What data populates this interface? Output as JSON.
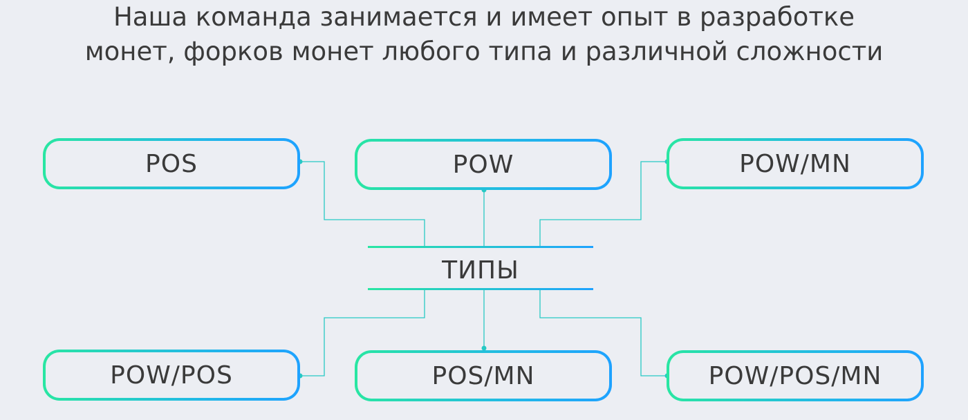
{
  "heading": {
    "line1": "Наша команда занимается и имеет опыт в разработке",
    "line2": "монет, форков монет любого типа и различной сложности"
  },
  "hub": {
    "label": "ТИПЫ"
  },
  "types": [
    {
      "label": "POS"
    },
    {
      "label": "POW"
    },
    {
      "label": "POW/MN"
    },
    {
      "label": "POW/POS"
    },
    {
      "label": "POS/MN"
    },
    {
      "label": "POW/POS/MN"
    }
  ],
  "colors": {
    "gradient_start": "#29e6a2",
    "gradient_end": "#1ea2ff",
    "text": "#3a3a3a",
    "background": "#eceef3"
  }
}
